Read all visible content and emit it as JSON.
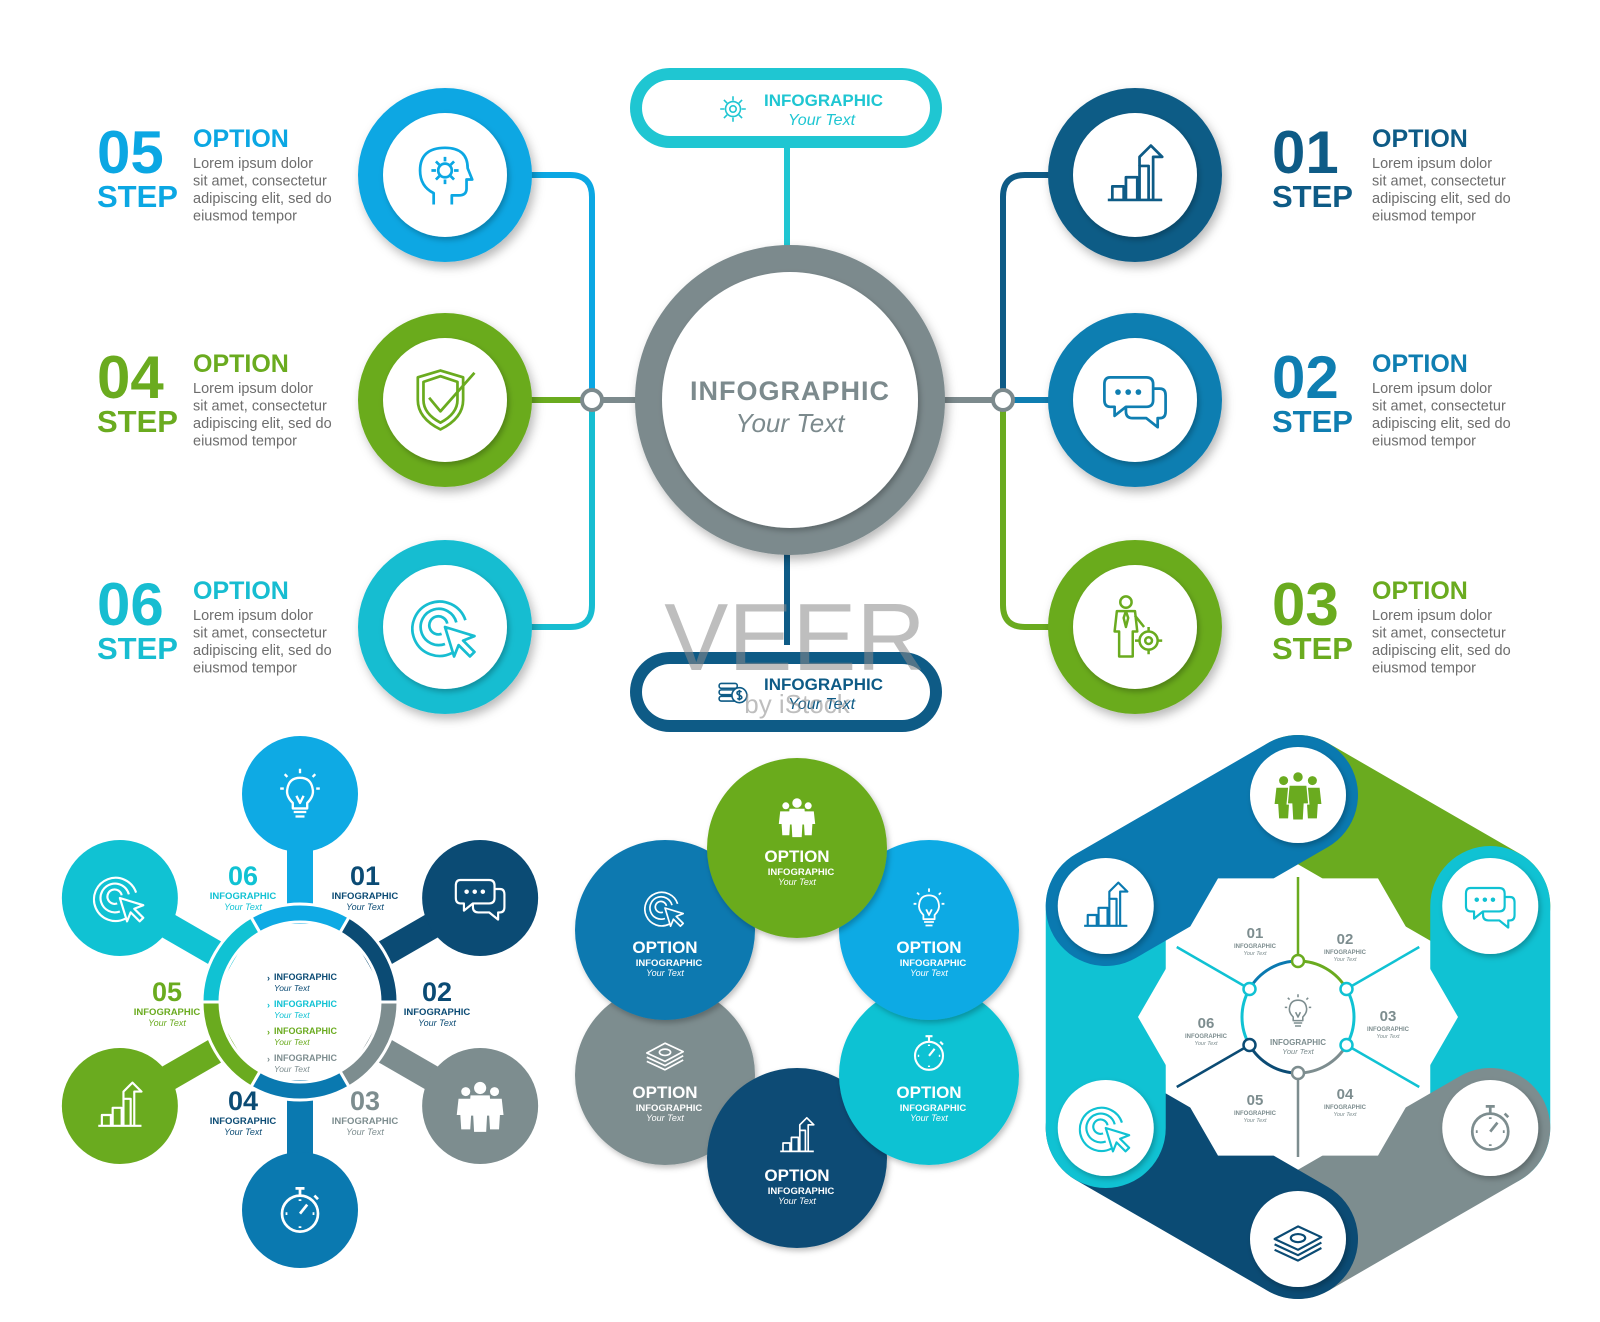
{
  "colors": {
    "step01": "#0e5b86",
    "step02": "#0f7eb1",
    "step03": "#6aab1f",
    "step04": "#6aab1f",
    "step05": "#0ba7e3",
    "step06": "#17bdd1",
    "center_ring": "#7c8a8d",
    "top_pill": "#1fc6d2",
    "bottom_pill": "#0e5b86",
    "body_text": "#6d6d6d",
    "gray": "#7d8d8f",
    "navy": "#0b4b74",
    "blue": "#0a79b0",
    "sky": "#0eaae4",
    "cyan": "#10c2d3",
    "green": "#6aab1f"
  },
  "main": {
    "center": {
      "title": "INFOGRAPHIC",
      "subtitle": "Your Text"
    },
    "top_pill": {
      "title": "INFOGRAPHIC",
      "subtitle": "Your Text",
      "icon": "gear-icon"
    },
    "bottom_pill": {
      "title": "INFOGRAPHIC",
      "subtitle": "Your Text",
      "icon": "coins-icon"
    },
    "steps": [
      {
        "number": "01",
        "option": "OPTION",
        "step": "STEP",
        "lines": [
          "Lorem ipsum dolor",
          "sit amet, consectetur",
          "adipiscing elit, sed do",
          "eiusmod tempor"
        ],
        "icon": "chart-arrow-icon"
      },
      {
        "number": "02",
        "option": "OPTION",
        "step": "STEP",
        "lines": [
          "Lorem ipsum dolor",
          "sit amet, consectetur",
          "adipiscing elit, sed do",
          "eiusmod tempor"
        ],
        "icon": "chat-bubbles-icon"
      },
      {
        "number": "03",
        "option": "OPTION",
        "step": "STEP",
        "lines": [
          "Lorem ipsum dolor",
          "sit amet, consectetur",
          "adipiscing elit, sed do",
          "eiusmod tempor"
        ],
        "icon": "businessman-gear-icon"
      },
      {
        "number": "04",
        "option": "OPTION",
        "step": "STEP",
        "lines": [
          "Lorem ipsum dolor",
          "sit amet, consectetur",
          "adipiscing elit, sed do",
          "eiusmod tempor"
        ],
        "icon": "shield-check-icon"
      },
      {
        "number": "05",
        "option": "OPTION",
        "step": "STEP",
        "lines": [
          "Lorem ipsum dolor",
          "sit amet, consectetur",
          "adipiscing elit, sed do",
          "eiusmod tempor"
        ],
        "icon": "head-gear-icon"
      },
      {
        "number": "06",
        "option": "OPTION",
        "step": "STEP",
        "lines": [
          "Lorem ipsum dolor",
          "sit amet, consectetur",
          "adipiscing elit, sed do",
          "eiusmod tempor"
        ],
        "icon": "target-cursor-icon"
      }
    ]
  },
  "watermark": {
    "text": "VEER",
    "byline": "by iStock"
  },
  "wheel": {
    "center_items": [
      "INFOGRAPHIC",
      "Your Text",
      "INFOGRAPHIC",
      "Your Text",
      "INFOGRAPHIC",
      "Your Text",
      "INFOGRAPHIC",
      "Your Text"
    ],
    "labels": [
      {
        "number": "01",
        "title": "INFOGRAPHIC",
        "sub": "Your Text"
      },
      {
        "number": "02",
        "title": "INFOGRAPHIC",
        "sub": "Your Text"
      },
      {
        "number": "03",
        "title": "INFOGRAPHIC",
        "sub": "Your Text"
      },
      {
        "number": "04",
        "title": "INFOGRAPHIC",
        "sub": "Your Text"
      },
      {
        "number": "05",
        "title": "INFOGRAPHIC",
        "sub": "Your Text"
      },
      {
        "number": "06",
        "title": "INFOGRAPHIC",
        "sub": "Your Text"
      }
    ],
    "icons": [
      "lightbulb-icon",
      "chat-bubbles-icon",
      "team-icon",
      "stopwatch-icon",
      "chart-arrow-icon",
      "target-cursor-icon"
    ]
  },
  "flower": {
    "items": [
      {
        "title": "OPTION",
        "line": "INFOGRAPHIC",
        "sub": "Your Text",
        "icon": "team-icon"
      },
      {
        "title": "OPTION",
        "line": "INFOGRAPHIC",
        "sub": "Your Text",
        "icon": "lightbulb-icon"
      },
      {
        "title": "OPTION",
        "line": "INFOGRAPHIC",
        "sub": "Your Text",
        "icon": "stopwatch-icon"
      },
      {
        "title": "OPTION",
        "line": "INFOGRAPHIC",
        "sub": "Your Text",
        "icon": "chart-arrow-icon"
      },
      {
        "title": "OPTION",
        "line": "INFOGRAPHIC",
        "sub": "Your Text",
        "icon": "money-stack-icon"
      },
      {
        "title": "OPTION",
        "line": "INFOGRAPHIC",
        "sub": "Your Text",
        "icon": "target-cursor-icon"
      }
    ]
  },
  "hexagon": {
    "center_title": "INFOGRAPHIC",
    "center_sub": "Your Text",
    "segments": [
      {
        "number": "01",
        "title": "INFOGRAPHIC",
        "sub": "Your Text"
      },
      {
        "number": "02",
        "title": "INFOGRAPHIC",
        "sub": "Your Text"
      },
      {
        "number": "03",
        "title": "INFOGRAPHIC",
        "sub": "Your Text"
      },
      {
        "number": "04",
        "title": "INFOGRAPHIC",
        "sub": "Your Text"
      },
      {
        "number": "05",
        "title": "INFOGRAPHIC",
        "sub": "Your Text"
      },
      {
        "number": "06",
        "title": "INFOGRAPHIC",
        "sub": "Your Text"
      }
    ],
    "icons": [
      "team-icon",
      "chat-bubbles-icon",
      "stopwatch-icon",
      "money-stack-icon",
      "target-cursor-icon",
      "chart-arrow-icon"
    ]
  }
}
